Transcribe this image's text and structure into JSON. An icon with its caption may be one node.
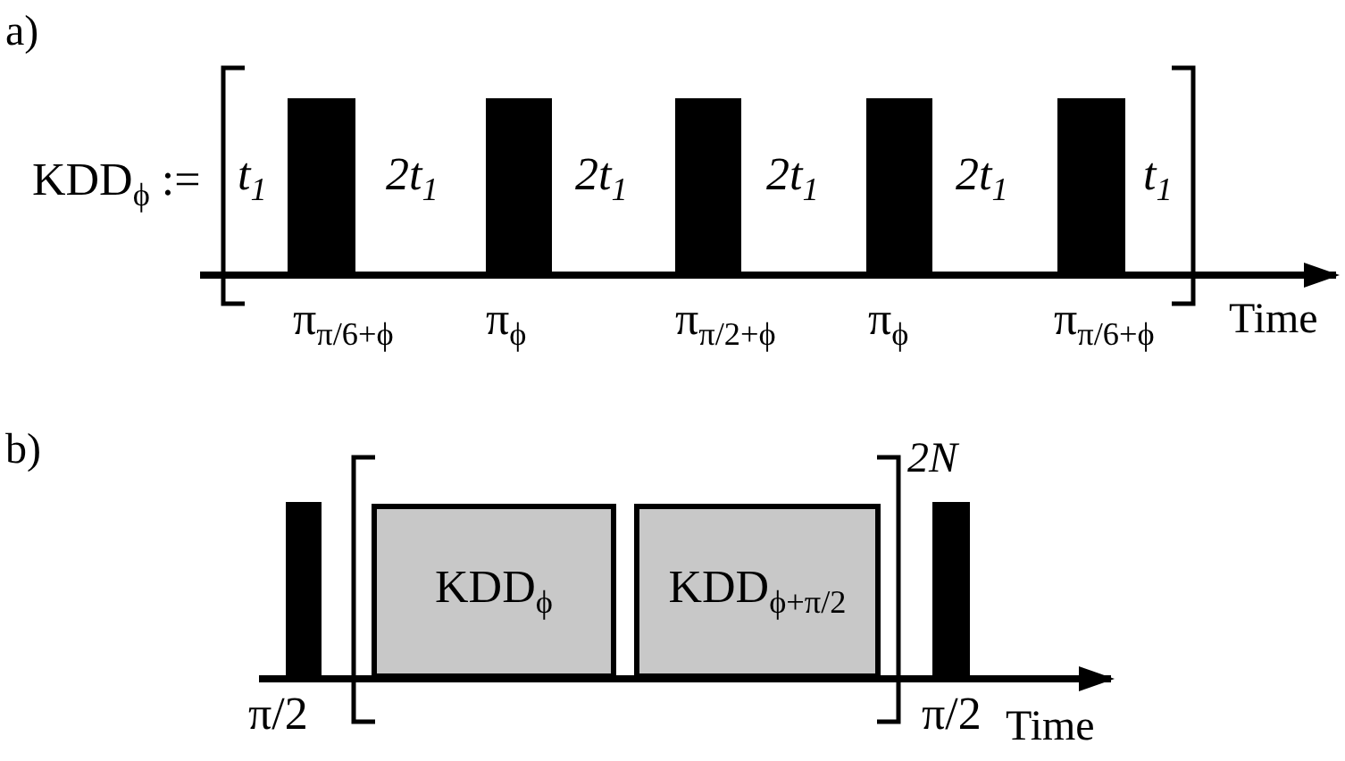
{
  "diagram": {
    "nodes": [
      {
        "text": [],
        "shape": "bar",
        "beside": [
          "π$_{π/6+ϕ}$"
        ]
      },
      {
        "text": [],
        "shape": "bar",
        "beside": [
          "π$_{ϕ}$"
        ]
      },
      {
        "text": [],
        "shape": "bar",
        "beside": [
          "π$_{π/2+ϕ}$"
        ]
      },
      {
        "text": [],
        "shape": "bar",
        "beside": [
          "π$_{ϕ}$"
        ]
      },
      {
        "text": [],
        "shape": "bar",
        "beside": [
          "π$_{π/6+ϕ}$"
        ]
      },
      {
        "text": [],
        "shape": "bar",
        "beside": [
          "π/2"
        ]
      },
      {
        "text": [
          "KDD$_{ϕ}$"
        ]
      },
      {
        "text": [
          "KDD$_{ϕ+π/2}$"
        ]
      },
      {
        "text": [],
        "shape": "bar",
        "beside": [
          "π/2"
        ]
      }
    ],
    "labels": [
      "a)",
      "KDD$_{ϕ}$ :=",
      "t$_{1}$",
      "2t$_{1}$",
      "2t$_{1}$",
      "2t$_{1}$",
      "2t$_{1}$",
      "t$_{1}$",
      "Time",
      "b)",
      "2N",
      "Time"
    ]
  }
}
